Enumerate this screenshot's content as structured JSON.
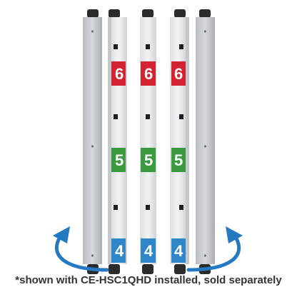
{
  "caption": "*shown with CE-HSC1QHD installed, sold separately",
  "labels": {
    "top": {
      "text": "6",
      "color": "#d32330"
    },
    "middle": {
      "text": "5",
      "color": "#3a9a3e"
    },
    "bottom": {
      "text": "4",
      "color": "#2f86c8"
    }
  },
  "rotation_arrows": {
    "color": "#2379c2",
    "icon": "rotate-arrow-icon"
  }
}
